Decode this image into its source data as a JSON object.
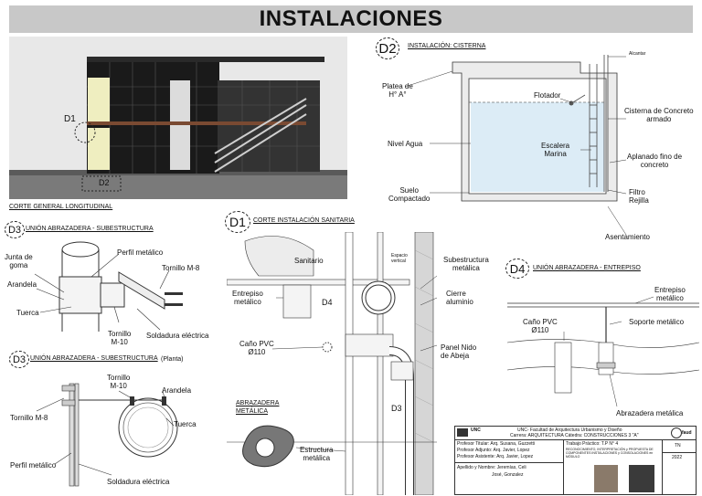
{
  "title": "INSTALACIONES",
  "corte_general": {
    "caption": "CORTE GENERAL LONGITUDINAL",
    "d1": "D1",
    "d2": "D2"
  },
  "d2": {
    "badge": "D2",
    "caption": "INSTALACIÓN: CISTERNA",
    "labels": {
      "platea": "Platea de\nH° A°",
      "nivel_agua": "Nivel Agua",
      "suelo": "Suelo\nCompactado",
      "flotador": "Flotador",
      "escalera": "Escalera\nMarina",
      "cisterna": "Cisterna de Concreto\narmado",
      "aplanado": "Aplanado fino de\nconcreto",
      "filtro": "Filtro\nRejilla",
      "asentamiento": "Asentamiento",
      "alcantar": "Alcantar"
    }
  },
  "d3_sub": {
    "badge": "D3",
    "caption": "UNIÓN ABRAZADERA - SUBESTRUCTURA",
    "labels": {
      "junta": "Junta de\ngoma",
      "arandela": "Arandela",
      "tuerca": "Tuerca",
      "perfil": "Perfil metálico",
      "tornillo8": "Tornillo M-8",
      "tornillo10": "Tornillo\nM-10",
      "soldadura": "Soldadura eléctrica"
    }
  },
  "d3_planta": {
    "badge": "D3",
    "caption": "UNIÓN ABRAZADERA - SUBESTRUCTURA",
    "caption_suffix": "(Planta)",
    "labels": {
      "tornillo10": "Tornillo\nM-10",
      "arandela": "Arandela",
      "tornillo8": "Tornillo M-8",
      "tuerca": "Tuerca",
      "perfil": "Perfil metálico",
      "soldadura": "Soldadura eléctrica"
    }
  },
  "d1": {
    "badge": "D1",
    "caption": "CORTE INSTALACIÓN SANITARIA",
    "labels": {
      "sanitario": "Sanitario",
      "espacio": "Espacio\nvertical",
      "subestructura": "Subestructura\nmetálica",
      "cierre": "Cierre\naluminio",
      "entrepiso": "Entrepiso\nmetálico",
      "cano": "Caño PVC\nØ110",
      "panel": "Panel Nido\nde Abeja",
      "abrazadera_title": "ABRAZADERA\nMETÁLICA",
      "estructura": "Estructura\nmetálica",
      "d4": "D4",
      "d3": "D3"
    }
  },
  "d4": {
    "badge": "D4",
    "caption": "UNIÓN ABRAZADERA - ENTREPISO",
    "labels": {
      "entrepiso": "Entrepiso\nmetálico",
      "cano": "Caño PVC\nØ110",
      "soporte": "Soporte metálico",
      "abrazadera": "Abrazadera metálica"
    }
  },
  "title_block": {
    "logo": "UNC",
    "faculty": "UNC- Facultad de Arquitectura Urbanismo y Diseño",
    "career": "Carrera: ARQUITECTURA Cátedra: CONSTRUCCIONES 3 \"A\"",
    "prof_titular": "Profesor Titular: Arq. Susana, Guzzetti",
    "prof_adjunto": "Profesor Adjunto: Arq. Javier, Lopez",
    "prof_asistente": "Profesor Asistente: Arq. Javier, Lopez",
    "trabajo": "Trabajo Práctico: T.P N° 4",
    "desc": "RECONOCIMIENTO, INTERPRETACIÓN y PROPUESTA DE COMPONENTES INSTALACIONES y CONSOLACIONES en MÓDULO",
    "tn": "TN",
    "year": "2022",
    "alumnos_label": "Apellido y Nombre: Jeremías, Celi",
    "alumno2": "José, Gonzalez",
    "faud": "faud"
  }
}
